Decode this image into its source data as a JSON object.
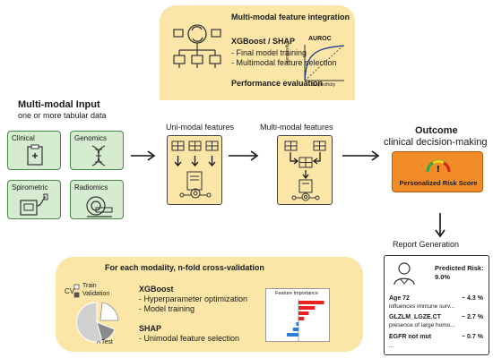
{
  "top_panel": {
    "title": "Multi-modal feature integration",
    "subtitle": "XGBoost / SHAP",
    "bullets": [
      "- Final model training",
      "- Multimodal feature selection"
    ],
    "footer": "Performance evaluation",
    "roc": {
      "title": "AUROC",
      "ylabel": "sensitivity",
      "xlabel": "1-specificity"
    }
  },
  "input": {
    "title": "Multi-modal Input",
    "subtitle": "one or more tabular data",
    "modalities": [
      "Clinical",
      "Genomics",
      "Spirometric",
      "Radiomics"
    ]
  },
  "unimodal": {
    "label": "Uni-modal features"
  },
  "multimodal": {
    "label": "Multi-modal features"
  },
  "outcome": {
    "title": "Outcome",
    "subtitle": "clinical decision-making",
    "box_label": "Personalized Risk Score"
  },
  "report": {
    "label": "Report Generation",
    "predicted_label": "Predicted Risk:",
    "predicted_value": "9.0%",
    "items": [
      {
        "name": "Age 72",
        "value": "~ 4.3 %",
        "desc": "influences immune surv..."
      },
      {
        "name": "GLZLM_LGZE.CT",
        "value": "~ 2.7 %",
        "desc": "presence of large homo..."
      },
      {
        "name": "EGFR not mut",
        "value": "~ 0.7 %",
        "desc": "..."
      }
    ]
  },
  "bottom_panel": {
    "title": "For each modality, n-fold cross-validation",
    "cv_label": "CV",
    "legend": [
      "Train",
      "Validation"
    ],
    "test_label": "Test",
    "xgb_title": "XGBoost",
    "xgb_items": [
      "- Hyperparameter optimization",
      "- Model training"
    ],
    "shap_title": "SHAP",
    "shap_items": [
      "- Unimodal feature selection"
    ],
    "fi_title": "Feature Importance",
    "fi_values": [
      0.55,
      0.35,
      0.22,
      0.12,
      -0.05,
      -0.12,
      -0.25
    ]
  },
  "colors": {
    "panel": "#fbe6a8",
    "modality_fill": "#d5ecd0",
    "modality_border": "#4a8a45",
    "outcome": "#f28c28",
    "fi_positive": "#e8231f",
    "fi_negative": "#2f7fd6"
  }
}
